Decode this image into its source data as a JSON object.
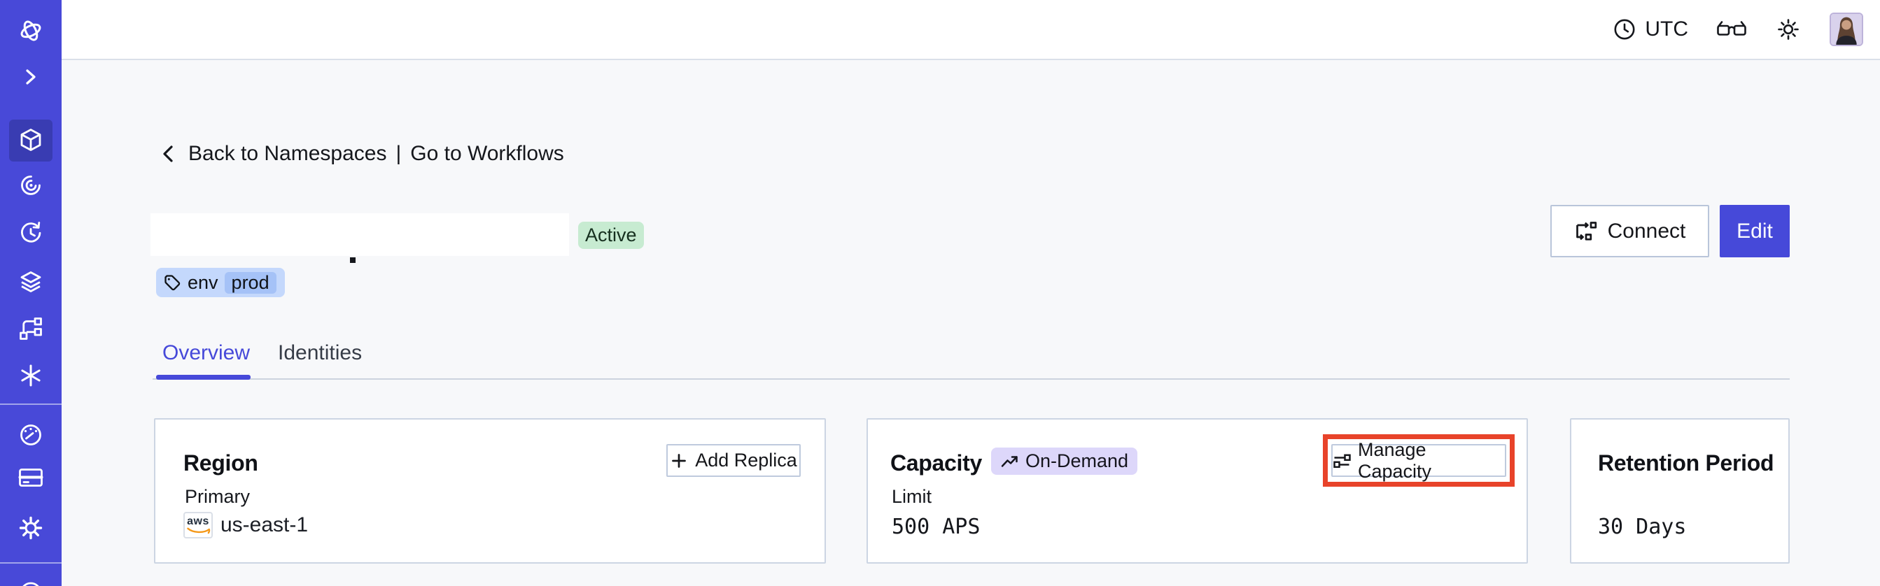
{
  "colors": {
    "sidebar_bg": "#4849d8",
    "sidebar_active_bg": "#393cb2",
    "accent_indigo": "#4649d9",
    "page_bg": "#f7f8fa",
    "card_border": "#ccd5e3",
    "active_badge_bg": "#c7ebd1",
    "tag_bg": "#c4d8fc",
    "tag_value_bg": "#a5c2f7",
    "plan_badge_bg": "#ddd7fa",
    "annotation_red": "#e8432a",
    "aws_orange": "#f49819"
  },
  "header": {
    "timezone_label": "UTC",
    "icons": [
      "clock-icon",
      "glasses-icon",
      "brightness-icon",
      "user-avatar"
    ]
  },
  "sidebar": {
    "icons": [
      "temporal-logo-icon",
      "expand-chevron-icon",
      "namespaces-cube-icon",
      "workflows-spiral-icon",
      "schedules-clock-icon",
      "deployments-layers-icon",
      "batch-branch-icon",
      "nexus-asterisk-icon",
      "usage-gauge-icon",
      "billing-card-icon",
      "settings-gear-icon",
      "profile-circle-icon"
    ],
    "active_icon": "namespaces-cube-icon"
  },
  "breadcrumb": {
    "back_label": "Back to Namespaces",
    "separator": "|",
    "workflows_label": "Go to Workflows"
  },
  "namespace_header": {
    "status_badge": "Active",
    "tag_key": "env",
    "tag_value": "prod",
    "connect_button": "Connect",
    "edit_button": "Edit"
  },
  "tabs": {
    "overview": "Overview",
    "identities": "Identities"
  },
  "cards": {
    "region": {
      "title": "Region",
      "add_replica_button": "Add Replica",
      "primary_label": "Primary",
      "provider_label": "aws",
      "region_value": "us-east-1"
    },
    "capacity": {
      "title": "Capacity",
      "plan_badge": "On-Demand",
      "manage_button": "Manage Capacity",
      "limit_label": "Limit",
      "limit_value": "500 APS"
    },
    "retention": {
      "title": "Retention Period",
      "value": "30 Days"
    }
  }
}
